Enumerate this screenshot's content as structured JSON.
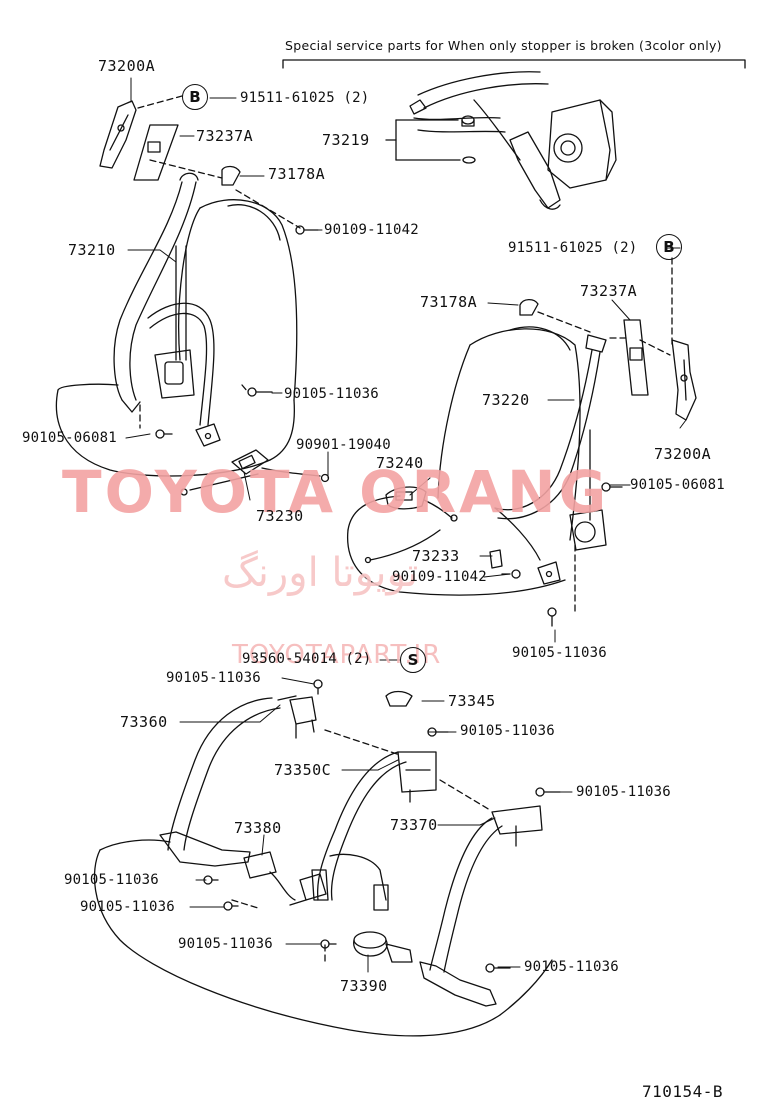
{
  "header_note": "Special service parts for When only stopper is broken (3color only)",
  "watermark": {
    "brand": "TOYOTA ORANG",
    "persian": "تویوتا اورنگ",
    "url": "TOYOTAPART.IR"
  },
  "callouts": {
    "circle_b_top": "B",
    "circle_b_right": "B",
    "circle_s": "S"
  },
  "labels": {
    "p73200A_top": "73200A",
    "p91511_top": "91511-61025 (2)",
    "p73237A_top": "73237A",
    "p73219": "73219",
    "p73178A_top": "73178A",
    "p90109_top": "90109-11042",
    "p73210": "73210",
    "p91511_right": "91511-61025 (2)",
    "p73178A_right": "73178A",
    "p73237A_right": "73237A",
    "p90105_11036_a": "90105-11036",
    "p73220": "73220",
    "p90105_06081_left": "90105-06081",
    "p90901": "90901-19040",
    "p73240": "73240",
    "p73200A_right": "73200A",
    "p90105_06081_right": "90105-06081",
    "p73230": "73230",
    "p73233": "73233",
    "p90109_mid": "90109-11042",
    "p90105_11036_b": "90105-11036",
    "p93560": "93560-54014 (2)",
    "p90105_11036_c": "90105-11036",
    "p73345": "73345",
    "p73360": "73360",
    "p90105_11036_d": "90105-11036",
    "p73350C": "73350C",
    "p90105_11036_e": "90105-11036",
    "p73370": "73370",
    "p73380": "73380",
    "p90105_11036_f": "90105-11036",
    "p90105_11036_g": "90105-11036",
    "p90105_11036_h": "90105-11036",
    "p90105_11036_i": "90105-11036",
    "p73390": "73390"
  },
  "drawing_code": "710154-B"
}
